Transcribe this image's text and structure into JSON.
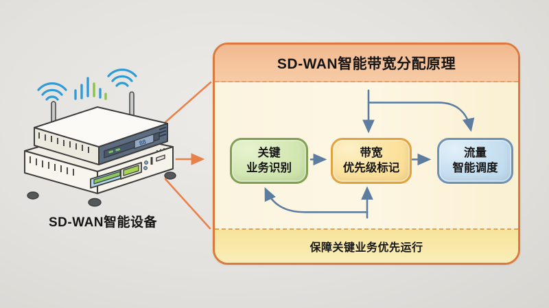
{
  "page": {
    "background_color": "#e4e2de"
  },
  "device": {
    "label": "SD-WAN智能设备",
    "display_digits": "88",
    "icons": [
      "wifi-waves-left-icon",
      "signal-bars-icon",
      "wifi-waves-right-icon",
      "antenna-icon"
    ]
  },
  "panel": {
    "title": "SD-WAN智能带宽分配原理",
    "footer": "保障关键业务优先运行",
    "nodes": [
      {
        "id": "critical-service-identification",
        "line1": "关键",
        "line2": "业务识别",
        "fill": "#d6e9b7",
        "border": "#7fa050"
      },
      {
        "id": "bandwidth-priority-marking",
        "line1": "带宽",
        "line2": "优先级标记",
        "fill": "#fce3a1",
        "border": "#e2a23d"
      },
      {
        "id": "traffic-smart-scheduling",
        "line1": "流量",
        "line2": "智能调度",
        "fill": "#c9e1f1",
        "border": "#6e92b3"
      }
    ],
    "colors": {
      "panel_border": "#dc7a3e",
      "header_fill": "#f5c29b",
      "body_fill": "#fcf5e1",
      "footer_fill": "#f7e7a4",
      "flow_arrow_blue": "#5c7ca0",
      "connector_orange": "#e8804a"
    }
  }
}
